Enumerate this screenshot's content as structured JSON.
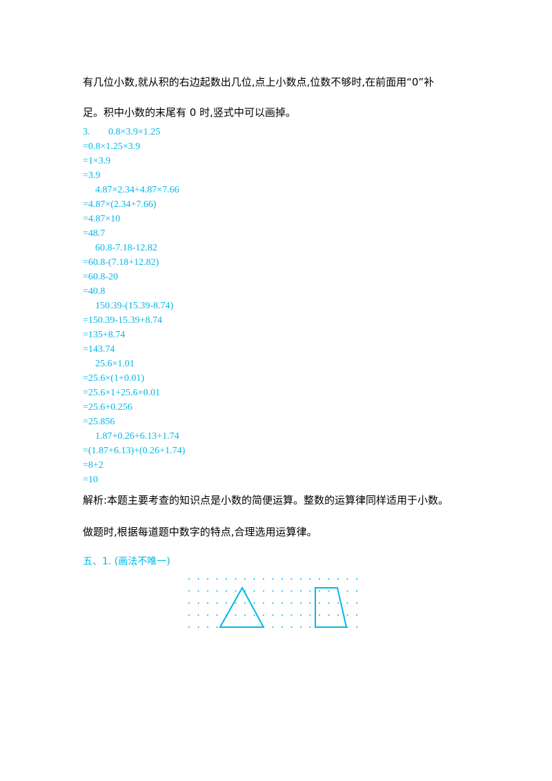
{
  "paragraph1": {
    "line1": "有几位小数,就从积的右边起数出几位,点上小数点,位数不够时,在前面用“0”补",
    "line2": "足。积中小数的末尾有 0 时,竖式中可以画掉。"
  },
  "section3": {
    "number": "3.",
    "first_expression": "0.8×3.9×1.25",
    "lines": [
      "=0.8×1.25×3.9",
      "=1×3.9",
      "=3.9",
      "4.87×2.34+4.87×7.66",
      "=4.87×(2.34+7.66)",
      "=4.87×10",
      "=48.7",
      "60.8-7.18-12.82",
      "=60.8-(7.18+12.82)",
      "=60.8-20",
      "=40.8",
      "150.39-(15.39-8.74)",
      "=150.39-15.39+8.74",
      "=135+8.74",
      "=143.74",
      "25.6×1.01",
      "=25.6×(1+0.01)",
      "=25.6×1+25.6×0.01",
      "=25.6+0.256",
      "=25.856",
      "1.87+0.26+6.13+1.74",
      "=(1.87+6.13)+(0.26+1.74)",
      "=8+2",
      "=10"
    ]
  },
  "analysis": {
    "line1": "解析:本题主要考查的知识点是小数的简便运算。整数的运算律同样适用于小数。",
    "line2": "做题时,根据每道题中数字的特点,合理选用运算律。"
  },
  "section5": {
    "label": "五、1. (画法不唯一)"
  },
  "colors": {
    "answer": "#00b7e8",
    "text": "#000000",
    "dots": "#00b7e8"
  },
  "figure": {
    "left_shape": "triangle",
    "right_shape": "trapezoid"
  }
}
